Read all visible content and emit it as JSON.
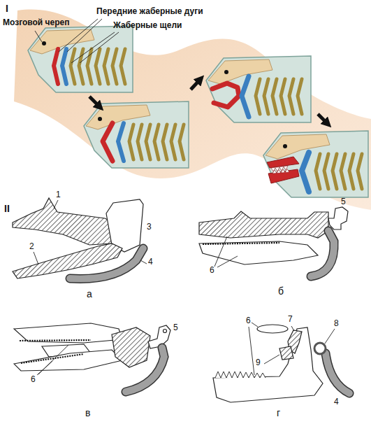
{
  "diagram": {
    "labels": [
      "I",
      "Мозговой череп",
      "Передние жаберные дуги",
      "Жаберные щели",
      "II",
      "1",
      "3",
      "2",
      "4",
      "а",
      "5",
      "6",
      "б",
      "6",
      "5",
      "в",
      "6",
      "7",
      "8",
      "9",
      "4",
      "г"
    ]
  }
}
